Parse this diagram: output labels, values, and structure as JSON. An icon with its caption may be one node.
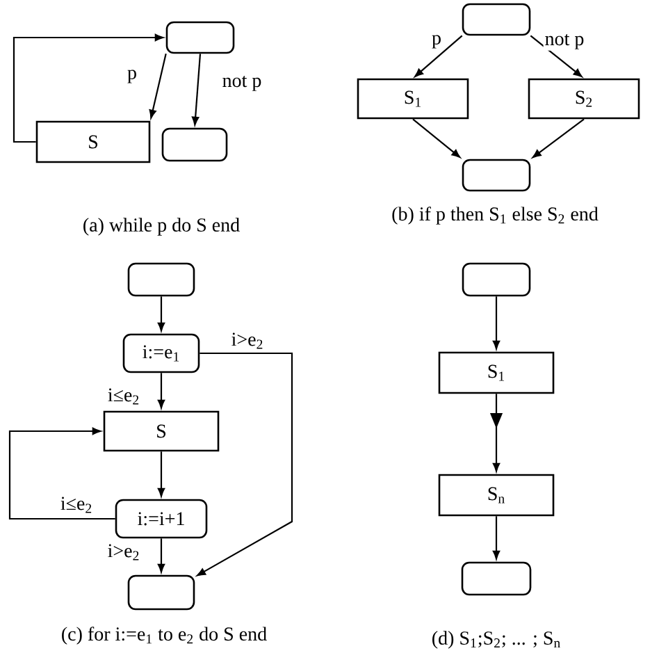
{
  "diagram": {
    "nodes": [
      {
        "text": [],
        "shape": "box"
      },
      {
        "text": [
          "S"
        ]
      },
      {
        "text": [],
        "shape": "box"
      },
      {
        "text": [],
        "shape": "box"
      },
      {
        "text": [
          "S$_{1}$"
        ]
      },
      {
        "text": [
          "S$_{2}$"
        ]
      },
      {
        "text": [],
        "shape": "box"
      },
      {
        "text": [],
        "shape": "box"
      },
      {
        "text": [
          "i:=e$_{1}$"
        ]
      },
      {
        "text": [
          "S"
        ]
      },
      {
        "text": [
          "i:=i+1"
        ]
      },
      {
        "text": [],
        "shape": "box"
      },
      {
        "text": [],
        "shape": "box"
      },
      {
        "text": [
          "S$_{1}$"
        ]
      },
      {
        "text": [
          "S$_{n}$"
        ]
      },
      {
        "text": [],
        "shape": "box"
      }
    ],
    "edges": [
      {
        "from": 0,
        "to": 1,
        "arrow": "to",
        "label": "p"
      },
      {
        "from": 0,
        "to": 2,
        "arrow": "to",
        "label": "not p"
      },
      {
        "from": 1,
        "to": 0,
        "arrow": "to"
      },
      {
        "from": 3,
        "to": 4,
        "arrow": "to",
        "label": "p"
      },
      {
        "from": 3,
        "to": 5,
        "arrow": "to",
        "label": "not p"
      },
      {
        "from": 4,
        "to": 6,
        "arrow": "to"
      },
      {
        "from": 5,
        "to": 6,
        "arrow": "to"
      },
      {
        "from": 7,
        "to": 8,
        "arrow": "to"
      },
      {
        "from": 8,
        "to": 9,
        "arrow": "to",
        "label": "i≤e$_{2}$"
      },
      {
        "from": 8,
        "to": 11,
        "arrow": "to",
        "label": "i>e$_{2}$"
      },
      {
        "from": 9,
        "to": 10,
        "arrow": "to"
      },
      {
        "from": 10,
        "to": 9,
        "arrow": "to",
        "label": "i≤e$_{2}$"
      },
      {
        "from": 10,
        "to": 11,
        "arrow": "to",
        "label": "i>e$_{2}$"
      },
      {
        "from": 12,
        "to": 13,
        "arrow": "to"
      },
      {
        "from": 13,
        "to": 14,
        "arrow": "to"
      },
      {
        "from": 14,
        "to": 15,
        "arrow": "to"
      }
    ],
    "labels": [
      "(a) while p do S end",
      "(b) if p then S$_{1}$ else S$_{2}$ end",
      "(c) for i:=e$_{1}$ to e$_{2}$ do S end",
      "(d) S$_{1}$;S$_{2}$; ... ; S$_{n}$"
    ]
  }
}
